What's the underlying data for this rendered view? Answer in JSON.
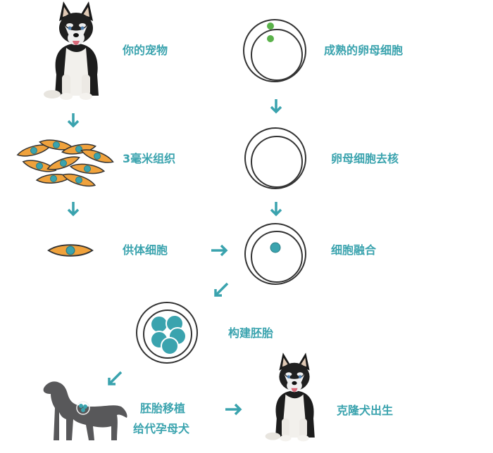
{
  "colors": {
    "teal": "#3aa3ae",
    "arrow": "#3aa3ae",
    "cell_orange": "#f0a23c",
    "outline": "#333333",
    "green": "#5ab24a",
    "dog_silhouette": "#58585a"
  },
  "steps": {
    "pet": "你的宠物",
    "tissue": "3毫米组织",
    "donor_cell": "供体细胞",
    "egg": "成熟的卵母细胞",
    "enucleate": "卵母细胞去核",
    "fusion": "细胞融合",
    "embryo": "构建胚胎",
    "transfer_line1": "胚胎移植",
    "transfer_line2": "给代孕母犬",
    "birth": "克隆犬出生"
  },
  "icons": [
    "husky-puppy-icon",
    "tissue-cells-icon",
    "donor-cell-icon",
    "mature-egg-icon",
    "enucleated-egg-icon",
    "fused-cell-icon",
    "embryo-icon",
    "surrogate-dog-icon",
    "cloned-puppy-icon",
    "arrow-icon"
  ]
}
